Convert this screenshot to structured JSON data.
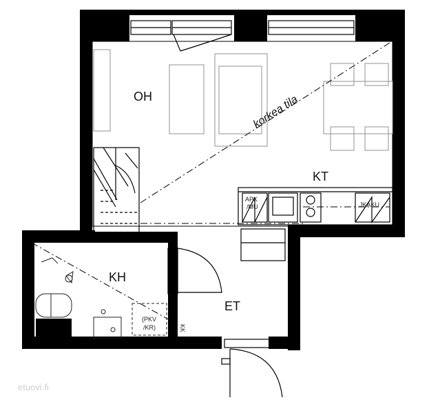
{
  "rooms": {
    "oh": "OH",
    "kt": "KT",
    "kh": "KH",
    "et": "ET"
  },
  "annotations": {
    "high_space": "korkea tila",
    "apk": "APK",
    "mu": "/MU",
    "jkaku": "JKAKU",
    "pkv": "(PKV",
    "kr": "/KR)",
    "kk": "KK"
  },
  "watermark": "etuovi.fi"
}
